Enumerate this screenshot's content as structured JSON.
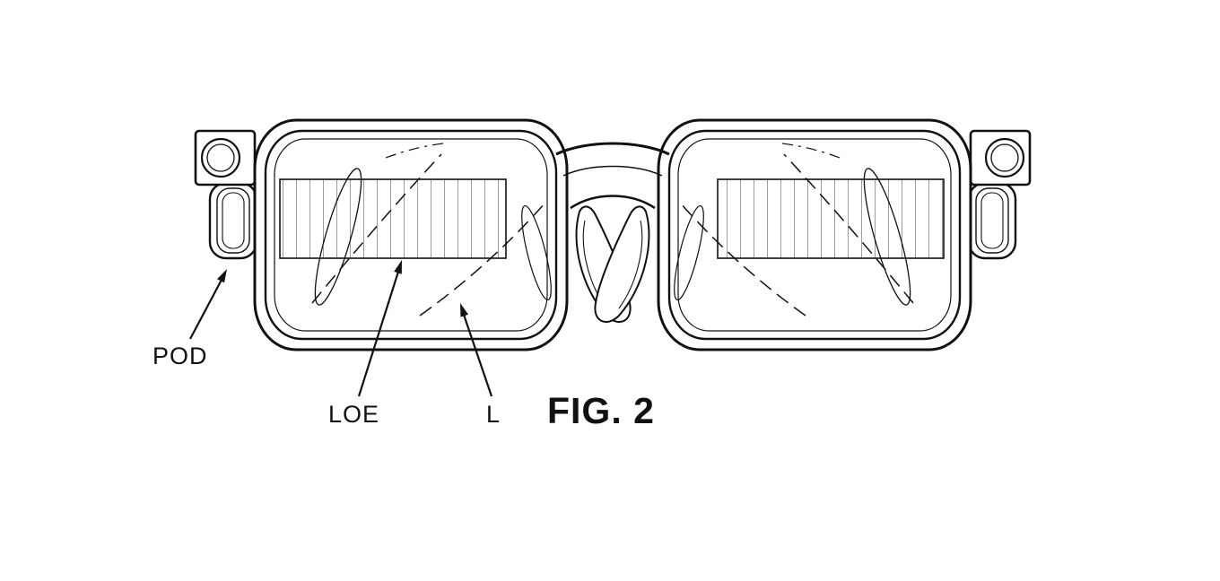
{
  "figure": {
    "caption": "FIG. 2",
    "labels": {
      "pod": "POD",
      "loe": "LOE",
      "l": "L"
    }
  },
  "colors": {
    "line": "#111111",
    "background": "#ffffff"
  }
}
